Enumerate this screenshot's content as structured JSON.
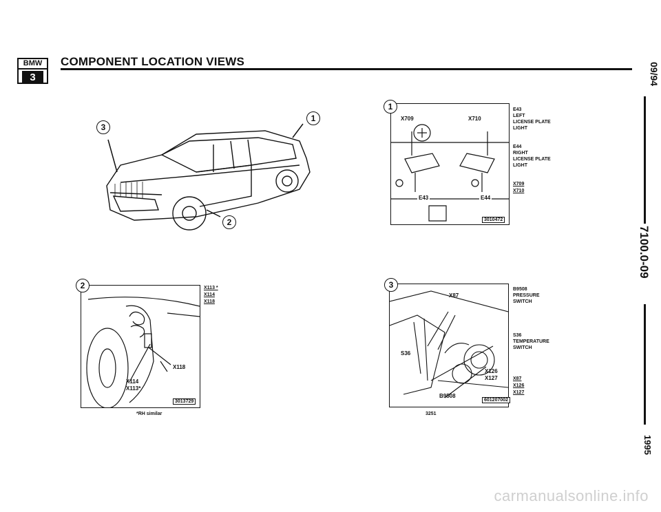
{
  "header": {
    "logo_brand": "BMW",
    "logo_series": "3",
    "title": "COMPONENT LOCATION VIEWS"
  },
  "side": {
    "date": "09/94",
    "doc_number": "7100.0-09",
    "year": "1995"
  },
  "overview": {
    "callouts": [
      "1",
      "2",
      "3"
    ]
  },
  "view1": {
    "callout": "1",
    "labels_in_image": [
      "X709",
      "X710",
      "E43",
      "E44"
    ],
    "ref": "3010472",
    "legend": [
      {
        "lines": [
          "E43",
          "LEFT",
          "LICENSE PLATE",
          "LIGHT"
        ]
      },
      {
        "lines": [
          "E44",
          "RIGHT",
          "LICENSE PLATE",
          "LIGHT"
        ]
      }
    ],
    "codes": [
      "X709",
      "X710"
    ]
  },
  "view2": {
    "callout": "2",
    "codes": [
      "X113 *",
      "X114",
      "X118"
    ],
    "labels_in_image": [
      "X118",
      "X114",
      "X113*"
    ],
    "ref": "3013729",
    "caption": "*RH similar"
  },
  "view3": {
    "callout": "3",
    "labels_in_image": [
      "X87",
      "S36",
      "X126",
      "X127",
      "B9508"
    ],
    "ref": "601207002",
    "legend": [
      {
        "lines": [
          "B9508",
          "PRESSURE",
          "SWITCH"
        ]
      },
      {
        "lines": [
          "S36",
          "TEMPERATURE",
          "SWITCH"
        ]
      }
    ],
    "codes": [
      "X87",
      "X126",
      "X127"
    ],
    "page": "3251"
  },
  "footer": {
    "watermark": "carmanualsonline.info"
  }
}
